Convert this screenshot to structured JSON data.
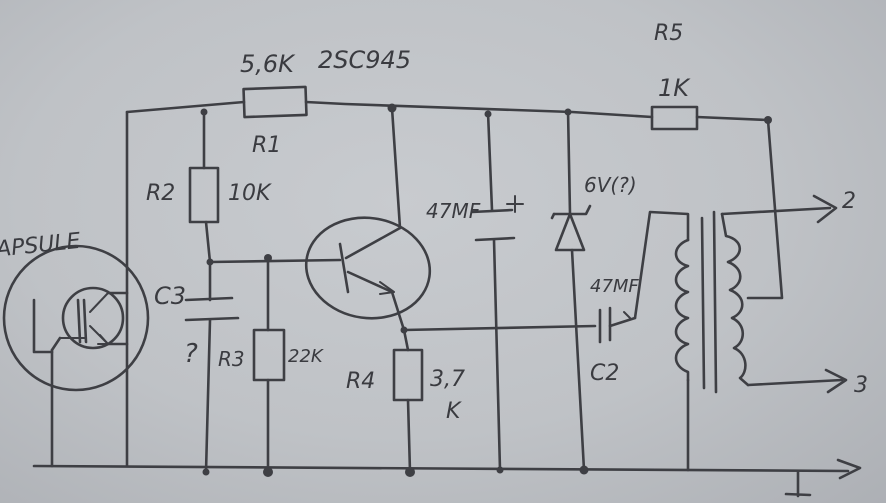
{
  "labels": {
    "capsule": "APSULE",
    "r1_value": "5,6K",
    "transistor": "2SC945",
    "r1": "R1",
    "r5": "R5",
    "r5_value": "1K",
    "r2": "R2",
    "r2_value": "10K",
    "c3": "C3",
    "c3_value": "?",
    "r3": "R3",
    "r3_value": "22K",
    "r4": "R4",
    "r4_value_a": "3,7",
    "r4_value_b": "K",
    "c_top": "47MF",
    "zener": "6V(?)",
    "c2_value": "47MF",
    "c2": "C2",
    "out2": "2",
    "out3": "3"
  }
}
